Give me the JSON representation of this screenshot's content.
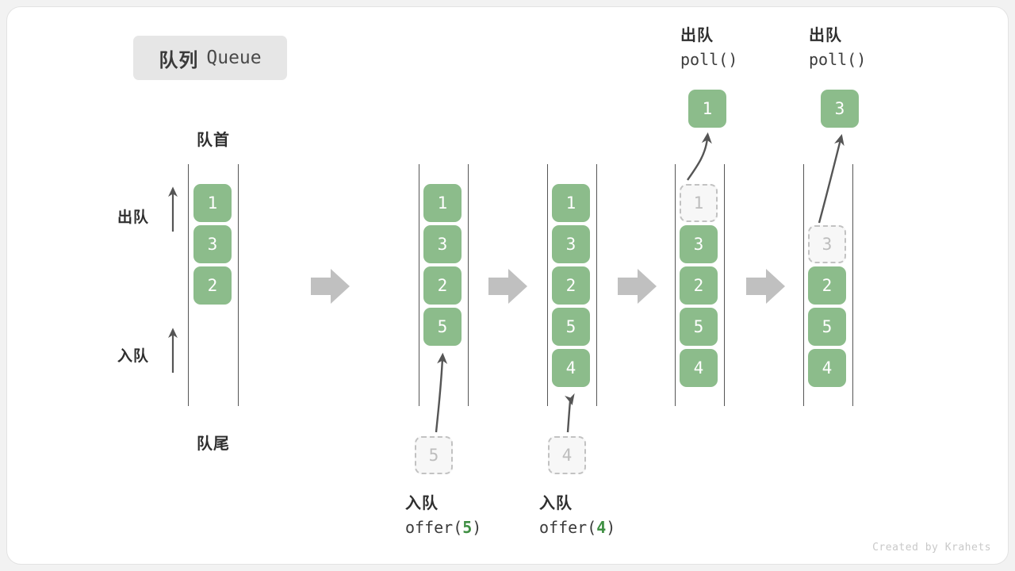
{
  "title": {
    "cn": "队列",
    "en": "Queue"
  },
  "labels": {
    "front": "队首",
    "rear": "队尾",
    "dequeue_side": "出队",
    "enqueue_side": "入队"
  },
  "colors": {
    "cell_fill": "#8cbc8b",
    "cell_text": "#ffffff",
    "ghost_fill": "#f7f7f7",
    "ghost_border": "#c2c2c2",
    "ghost_text": "#bdbdbd",
    "rail": "#555555",
    "arrow": "#555555",
    "step_arrow": "#c0c0c0",
    "badge_bg": "#e6e6e6",
    "accent_green": "#3f8f43",
    "credit": "#c9c9c9"
  },
  "states": [
    {
      "name": "initial",
      "cells": [
        "1",
        "3",
        "2"
      ],
      "ghost_index": -1
    },
    {
      "name": "after-offer5",
      "cells": [
        "1",
        "3",
        "2",
        "5"
      ],
      "ghost_index": -1
    },
    {
      "name": "after-offer4",
      "cells": [
        "1",
        "3",
        "2",
        "5",
        "4"
      ],
      "ghost_index": -1
    },
    {
      "name": "poll-1",
      "cells": [
        "1",
        "3",
        "2",
        "5",
        "4"
      ],
      "ghost_index": 0
    },
    {
      "name": "poll-3",
      "cells": [
        "3",
        "2",
        "5",
        "4"
      ],
      "ghost_index": 0
    }
  ],
  "operations": [
    {
      "cn": "入队",
      "fn": "offer(",
      "arg": "5",
      "close": ")"
    },
    {
      "cn": "入队",
      "fn": "offer(",
      "arg": "4",
      "close": ")"
    },
    {
      "cn": "出队",
      "fn": "poll()",
      "arg": "",
      "close": ""
    },
    {
      "cn": "出队",
      "fn": "poll()",
      "arg": "",
      "close": ""
    }
  ],
  "incoming": [
    {
      "value": "5"
    },
    {
      "value": "4"
    }
  ],
  "popped": [
    {
      "value": "1"
    },
    {
      "value": "3"
    }
  ],
  "credit": "Created by Krahets"
}
